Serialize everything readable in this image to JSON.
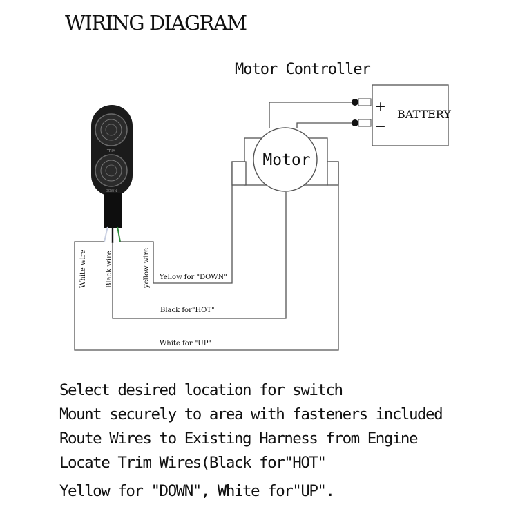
{
  "title": "WIRING DIAGRAM",
  "labels": {
    "motor_controller": "Motor Controller",
    "motor": "Motor",
    "battery": "BATTERY",
    "plus": "+",
    "minus": "−",
    "switch_top_text": "TRIM",
    "switch_bottom_text": "DOWN",
    "white_wire": "White wire",
    "black_wire": "Black wire",
    "yellow_wire": "yellow wire",
    "yellow_for_down": "Yellow for \"DOWN\"",
    "black_for_hot": "Black for\"HOT\"",
    "white_for_up": "White for \"UP\""
  },
  "instructions": [
    "Select desired location for switch",
    "Mount securely to area with fasteners included",
    "Route Wires to Existing Harness from Engine",
    "Locate Trim Wires(Black for\"HOT\"",
    "Yellow for \"DOWN\", White for\"UP\"."
  ],
  "colors": {
    "wire": "#555555",
    "switch_body": "#1a1a1a",
    "yellow_lead": "#c8b400",
    "green_lead": "#2e8b3a",
    "white_lead": "#cfd6e6"
  }
}
